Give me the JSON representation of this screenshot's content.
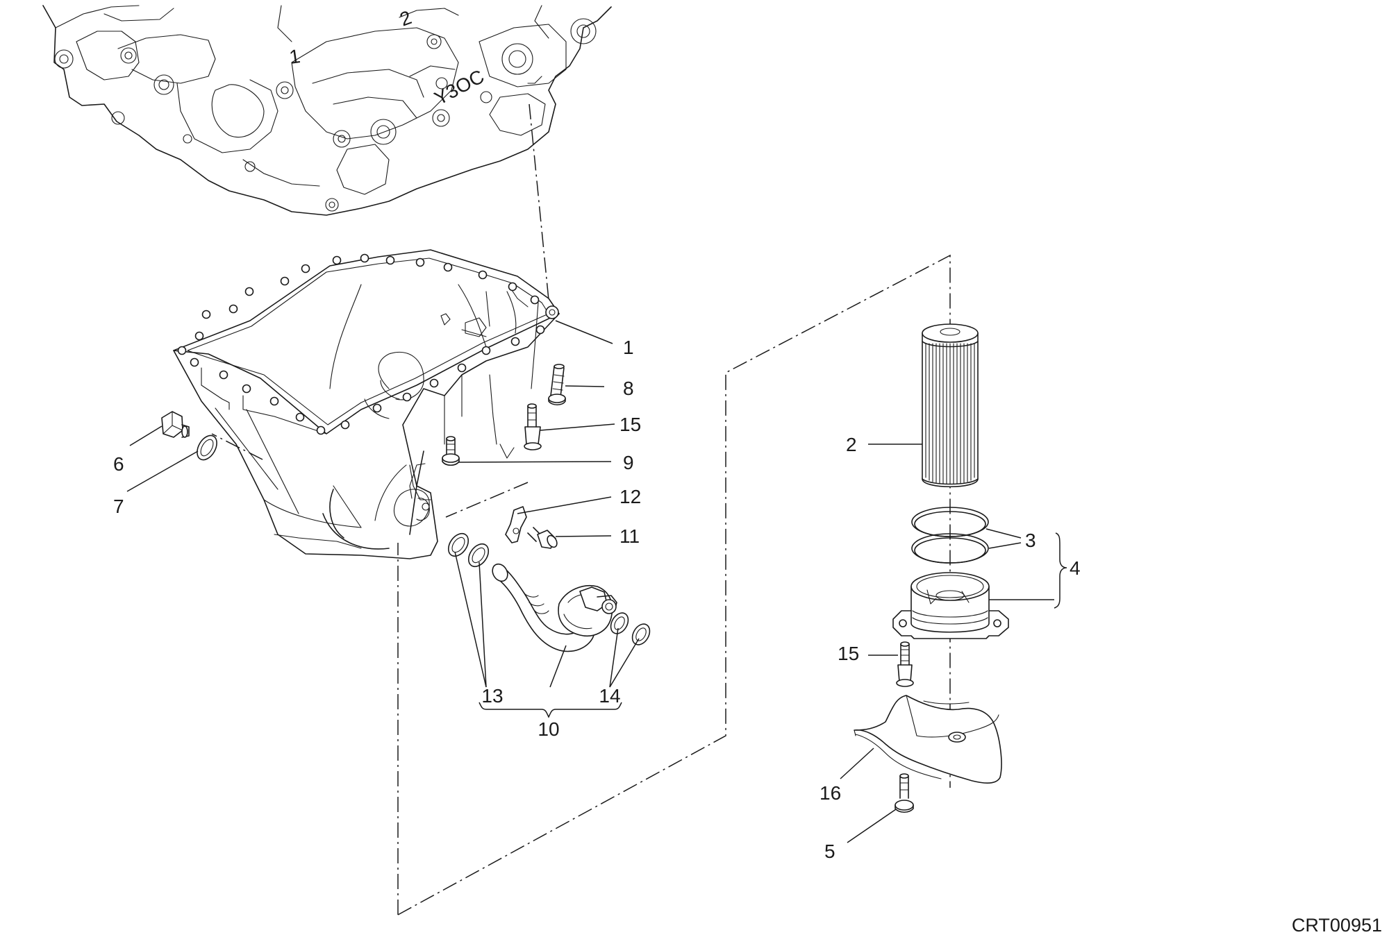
{
  "drawing_code": "CRT00951",
  "callouts": {
    "c1": "1",
    "c2": "2",
    "c3": "3",
    "c4": "4",
    "c5": "5",
    "c6": "6",
    "c7": "7",
    "c8": "8",
    "c9": "9",
    "c10": "10",
    "c11": "11",
    "c12": "12",
    "c13": "13",
    "c14": "14",
    "c15a": "15",
    "c15b": "15",
    "c16": "16"
  },
  "engraving": {
    "left_mark": "1",
    "right_mark": "2",
    "case_code": "Y3OC"
  }
}
